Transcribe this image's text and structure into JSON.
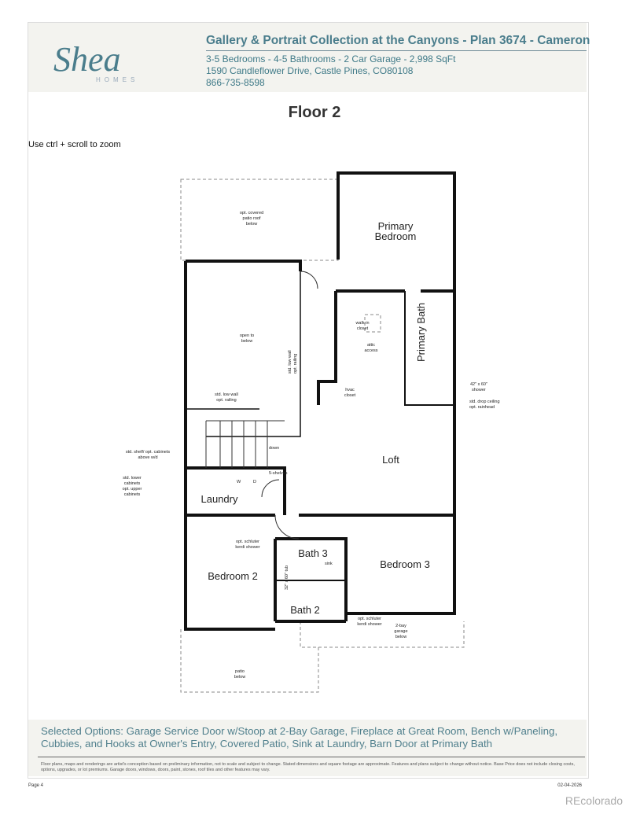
{
  "header": {
    "logo_text": "Shea",
    "logo_subtext": "HOMES",
    "title": "Gallery & Portrait Collection at the Canyons - Plan 3674 - Cameron",
    "specs": "3-5 Bedrooms - 4-5 Bathrooms - 2 Car Garage - 2,998 SqFt",
    "address": "1590 Candleflower Drive, Castle Pines, CO80108",
    "phone": "866-735-8598"
  },
  "floor_title": "Floor 2",
  "zoom_hint": "Use ctrl + scroll to zoom",
  "plan": {
    "rooms": {
      "primary_bedroom": [
        "Primary",
        "Bedroom"
      ],
      "primary_bath": "Primary Bath",
      "loft": "Loft",
      "laundry": "Laundry",
      "bedroom2": "Bedroom 2",
      "bedroom3": "Bedroom 3",
      "bath3": "Bath 3",
      "bath2": "Bath 2"
    },
    "notes": {
      "covered_patio": [
        "opt. covered",
        "patio roof",
        "below"
      ],
      "open_below": [
        "open to",
        "below"
      ],
      "low_wall_v": [
        "std. low wall",
        "opt. railing"
      ],
      "low_wall_h": [
        "std. low wall",
        "opt. railing"
      ],
      "walk_in": [
        "walk-in",
        "closet"
      ],
      "attic": [
        "attic",
        "access"
      ],
      "hvac": [
        "hvac",
        "closet"
      ],
      "shower": [
        "42\" x 60\"",
        "shower"
      ],
      "drop_ceiling": [
        "std. drop ceiling",
        "opt. rainhead"
      ],
      "down": "down",
      "shelf_cabinets": [
        "std. shelf/ opt. cabinets",
        "above w/d"
      ],
      "lower_cabinets": [
        "std. lower",
        "cabinets",
        "opt. upper",
        "cabinets"
      ],
      "shelves": "5-shelves",
      "washer": "W",
      "dryer": "D",
      "schluter_top": [
        "opt. schluter",
        "kerdi shower"
      ],
      "schluter_bottom": [
        "opt. schluter",
        "kerdi shower"
      ],
      "garage": [
        "2-bay",
        "garage",
        "below"
      ],
      "patio": [
        "patio",
        "below"
      ],
      "sink": "sink",
      "tub": "32\" x 60\" tub"
    }
  },
  "footer": {
    "selected_options": "Selected Options: Garage Service Door w/Stoop at 2-Bay Garage, Fireplace at Great Room, Bench w/Paneling, Cubbies, and Hooks at Owner's Entry, Covered Patio, Sink at Laundry, Barn Door at Primary Bath",
    "disclaimer": "Floor plans, maps and renderings are artist's conception based on preliminary information, not to scale and subject to change. Stated dimensions and square footage are approximate. Features and plans subject to change without notice. Base Price does not include closing costs, options, upgrades, or lot premiums. Garage doors, windows, doors, paint, stones, roof tiles and other features may vary.",
    "page": "Page 4",
    "date": "02-04-2026"
  },
  "watermark": "REcolorado",
  "colors": {
    "brand": "#4a7d8c",
    "header_bg": "#f3f3ef"
  }
}
